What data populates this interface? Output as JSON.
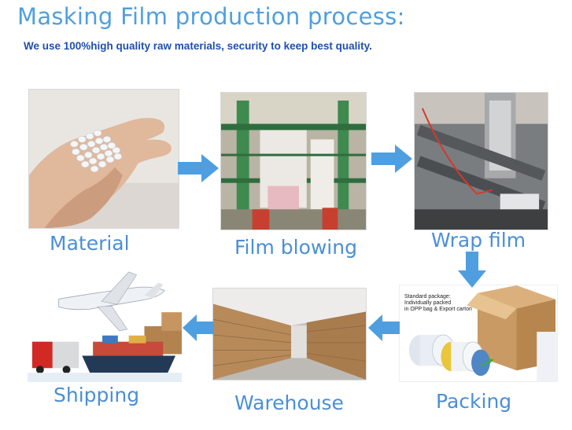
{
  "title": "Masking Film production process:",
  "subtitle": "We use 100%high quality raw materials, security to keep best quality.",
  "steps": {
    "material": "Material",
    "film_blowing": "Film blowing",
    "wrap_film": "Wrap film",
    "packing": "Packing",
    "warehouse": "Warehouse",
    "shipping": "Shipping"
  },
  "packing_caption": {
    "line1": "Standard package:",
    "line2": "Individually packed",
    "line3": "in OPP bag & Export carton"
  },
  "colors": {
    "title": "#4f9fe0",
    "subtitle": "#1f4fb0",
    "label": "#4b8fd6",
    "arrow": "#4f9fe0"
  },
  "icons": {
    "arrow": "arrow-icon"
  }
}
